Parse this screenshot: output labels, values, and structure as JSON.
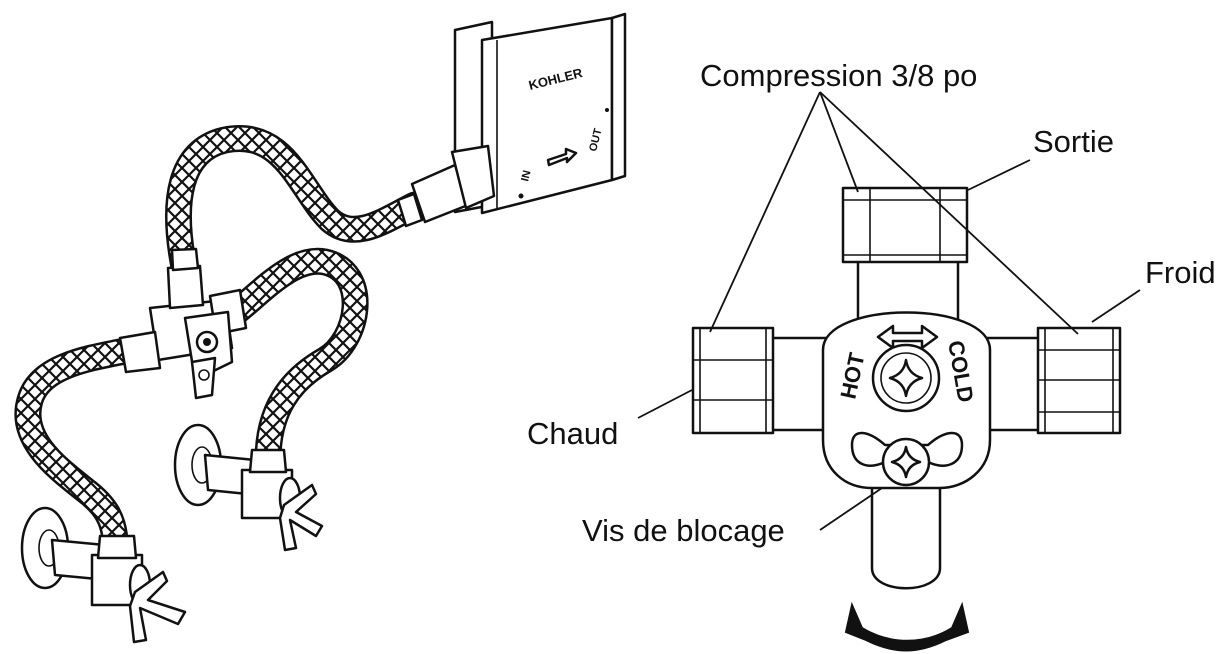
{
  "illustration": {
    "device_brand": "KOHLER",
    "inlet_mark": "IN",
    "outlet_mark": "OUT"
  },
  "valve": {
    "hot_mark": "HOT",
    "cold_mark": "COLD"
  },
  "labels": {
    "compression": "Compression 3/8 po",
    "outlet": "Sortie",
    "cold": "Froid",
    "hot": "Chaud",
    "lock_screw": "Vis de blocage"
  }
}
